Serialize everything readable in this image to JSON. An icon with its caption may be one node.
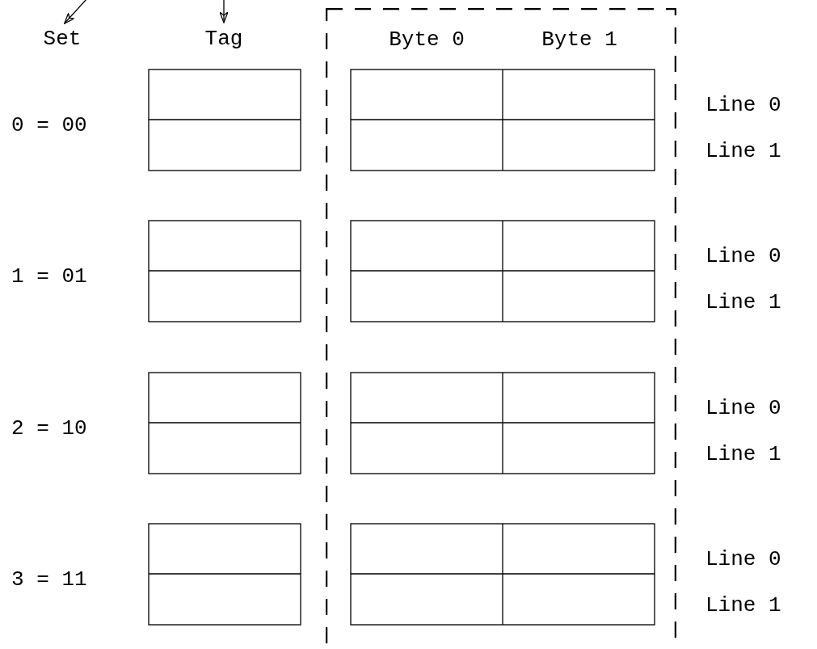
{
  "diagram": {
    "nodes": [
      {
        "text": [
          "Set"
        ]
      },
      {
        "text": [
          "Tag"
        ]
      },
      {
        "text": [
          "Byte 0",
          "Byte 1"
        ]
      }
    ],
    "edges": [
      {
        "from": null,
        "to": 0,
        "arrow": "to"
      },
      {
        "from": null,
        "to": 1,
        "arrow": "to"
      }
    ],
    "labels": [
      "0 = 00",
      "Line 0",
      "Line 1",
      "1 = 01",
      "Line 0",
      "Line 1",
      "2 = 10",
      "Line 0",
      "Line 1",
      "3 = 11",
      "Line 0",
      "Line 1"
    ]
  }
}
